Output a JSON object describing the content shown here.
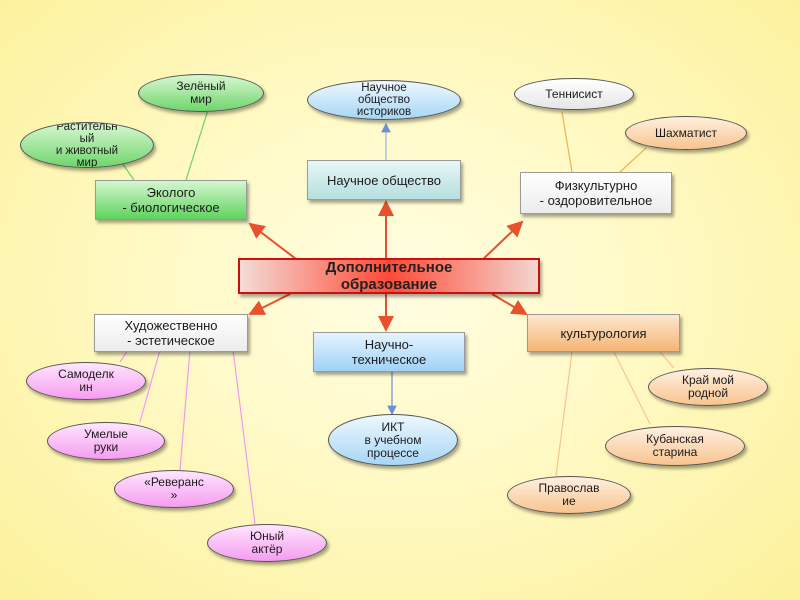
{
  "center": "Дополнительное\nобразование",
  "branches": {
    "eco": "Эколого\n- биологическое",
    "science": "Научное общество",
    "sport": "Физкультурно\n- оздоровительное",
    "art": "Художественно\n- эстетическое",
    "tech": "Научно-\nтехническое",
    "culture": "культурология"
  },
  "leaves": {
    "green_world": "Зелёный\nмир",
    "plants": "Растительн\nый\nи животный\nмир",
    "historians": "Научное\nобщество\nисториков",
    "tennis": "Теннисист",
    "chess": "Шахматист",
    "handmade": "Самоделк\nин",
    "skilled_hands": "Умелые\nруки",
    "reverence": "«Реверанс\n»",
    "actor": "Юный\nактёр",
    "ikt": "ИКТ\nв учебном\nпроцессе",
    "homeland": "Край мой\nродной",
    "kuban": "Кубанская\nстарина",
    "orthodoxy": "Православ\nие"
  },
  "colors": {
    "arrow": "#e8502e",
    "background": "#fff9c4",
    "center_border": "#cc1010"
  }
}
